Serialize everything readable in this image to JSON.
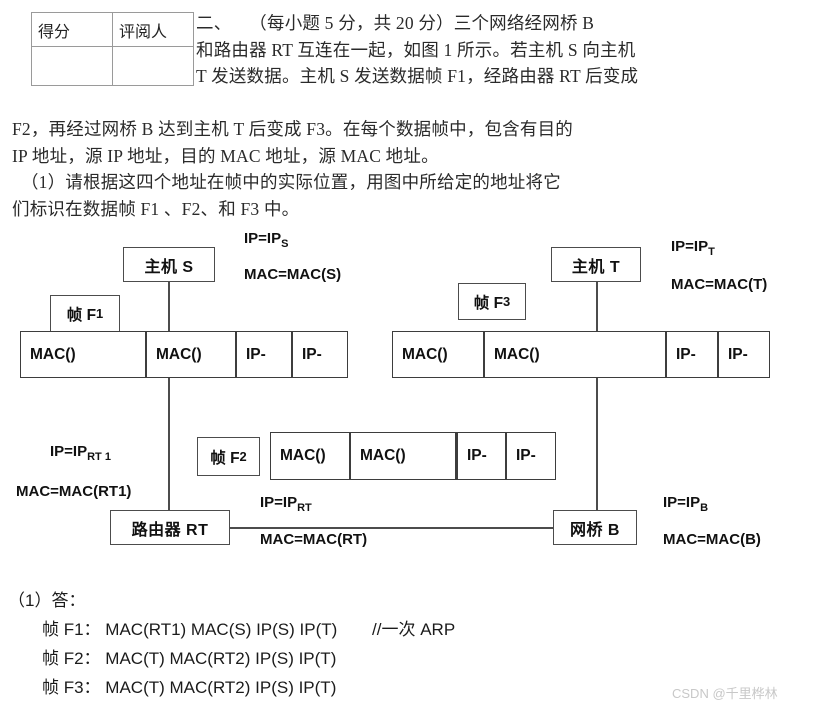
{
  "score_table": {
    "headers": [
      "得分",
      "评阅人"
    ],
    "row_values": [
      "",
      ""
    ]
  },
  "question": {
    "lines": [
      "二、　　（每小题 5 分，共 20 分）三个网络经网桥 B",
      "和路由器 RT 互连在一起，如图 1 所示。若主机 S 向主机",
      "T 发送数据。主机 S 发送数据帧 F1，经路由器 RT 后变成"
    ],
    "cont_lines": [
      "F2，再经过网桥 B 达到主机 T 后变成 F3。在每个数据帧中，包含有目的",
      "IP 地址，源 IP 地址，目的 MAC 地址，源 MAC 地址。",
      "　（1）请根据这四个地址在帧中的实际位置，用图中所给定的地址将它",
      "们标识在数据帧 F1 、F2、和 F3 中。"
    ]
  },
  "diagram": {
    "host_s": "主机 S",
    "host_t": "主机 T",
    "router": "路由器 RT",
    "bridge": "网桥 B",
    "tag_f1": "帧 F",
    "tag_f1_sub": "1",
    "tag_f2": "帧 F",
    "tag_f2_sub": "2",
    "tag_f3": "帧 F",
    "tag_f3_sub": "3",
    "annot_s_ip": "IP=IP",
    "annot_s_ip_sub": "S",
    "annot_s_mac": "MAC=MAC(S)",
    "annot_t_ip": "IP=IP",
    "annot_t_ip_sub": "T",
    "annot_t_mac": "MAC=MAC(T)",
    "annot_rt1_ip": "IP=IP",
    "annot_rt1_ip_sub": "RT 1",
    "annot_rt1_mac": "MAC=MAC(RT1)",
    "annot_rt_ip": "IP=IP",
    "annot_rt_ip_sub": "RT",
    "annot_rt_mac": "MAC=MAC(RT)",
    "annot_b_ip": "IP=IP",
    "annot_b_ip_sub": "B",
    "annot_b_mac": "MAC=MAC(B)",
    "frame_f1_cells": [
      "MAC()",
      "MAC()",
      "IP-",
      "IP-"
    ],
    "frame_f2_cells": [
      "MAC()",
      "MAC()",
      "IP-",
      "IP-"
    ],
    "frame_f3_cells": [
      "MAC()",
      "MAC()",
      "IP-",
      "IP-"
    ]
  },
  "answer": {
    "heading": "（1）答：",
    "rows": [
      {
        "label": "帧 F1：",
        "value": "MAC(RT1) MAC(S) IP(S) IP(T)",
        "comment": "//一次 ARP"
      },
      {
        "label": "帧 F2：",
        "value": "MAC(T) MAC(RT2) IP(S) IP(T)",
        "comment": ""
      },
      {
        "label": "帧 F3：",
        "value": "MAC(T) MAC(RT2) IP(S) IP(T)",
        "comment": ""
      }
    ]
  },
  "watermark": "CSDN @千里桦林"
}
